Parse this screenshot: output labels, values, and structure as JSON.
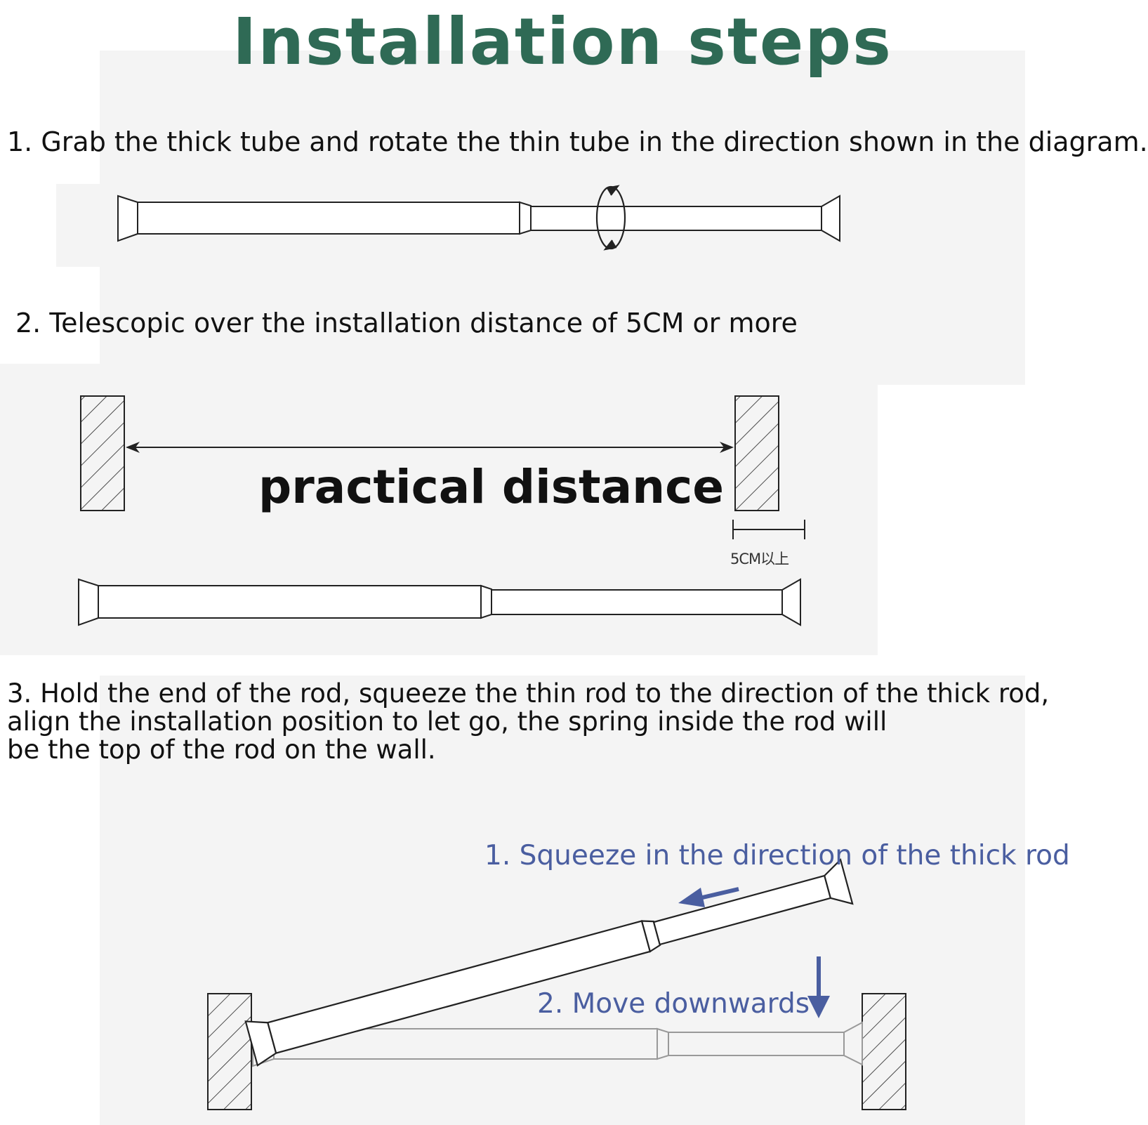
{
  "title": "Installation steps",
  "steps": [
    {
      "text": "1. Grab the thick tube and rotate the thin tube in the direction shown in the diagram."
    },
    {
      "text": "2. Telescopic over the installation distance of 5CM or more"
    },
    {
      "lines": [
        "3. Hold the end of the rod, squeeze the thin rod to the direction of the thick rod,",
        "align the installation position to let go, the spring inside the rod will",
        "be the top of the rod on the wall."
      ]
    }
  ],
  "diagram2": {
    "distance_label": "practical distance",
    "gap_label": "5CM以上"
  },
  "diagram3": {
    "annotation_squeeze": "1. Squeeze in the direction of the thick rod",
    "annotation_move": "2. Move downwards"
  },
  "colors": {
    "title": "#2f6a55",
    "annotation": "#4a5ea0",
    "arrow": "#4a5ea0",
    "line": "#222222",
    "faded": "#999999"
  }
}
